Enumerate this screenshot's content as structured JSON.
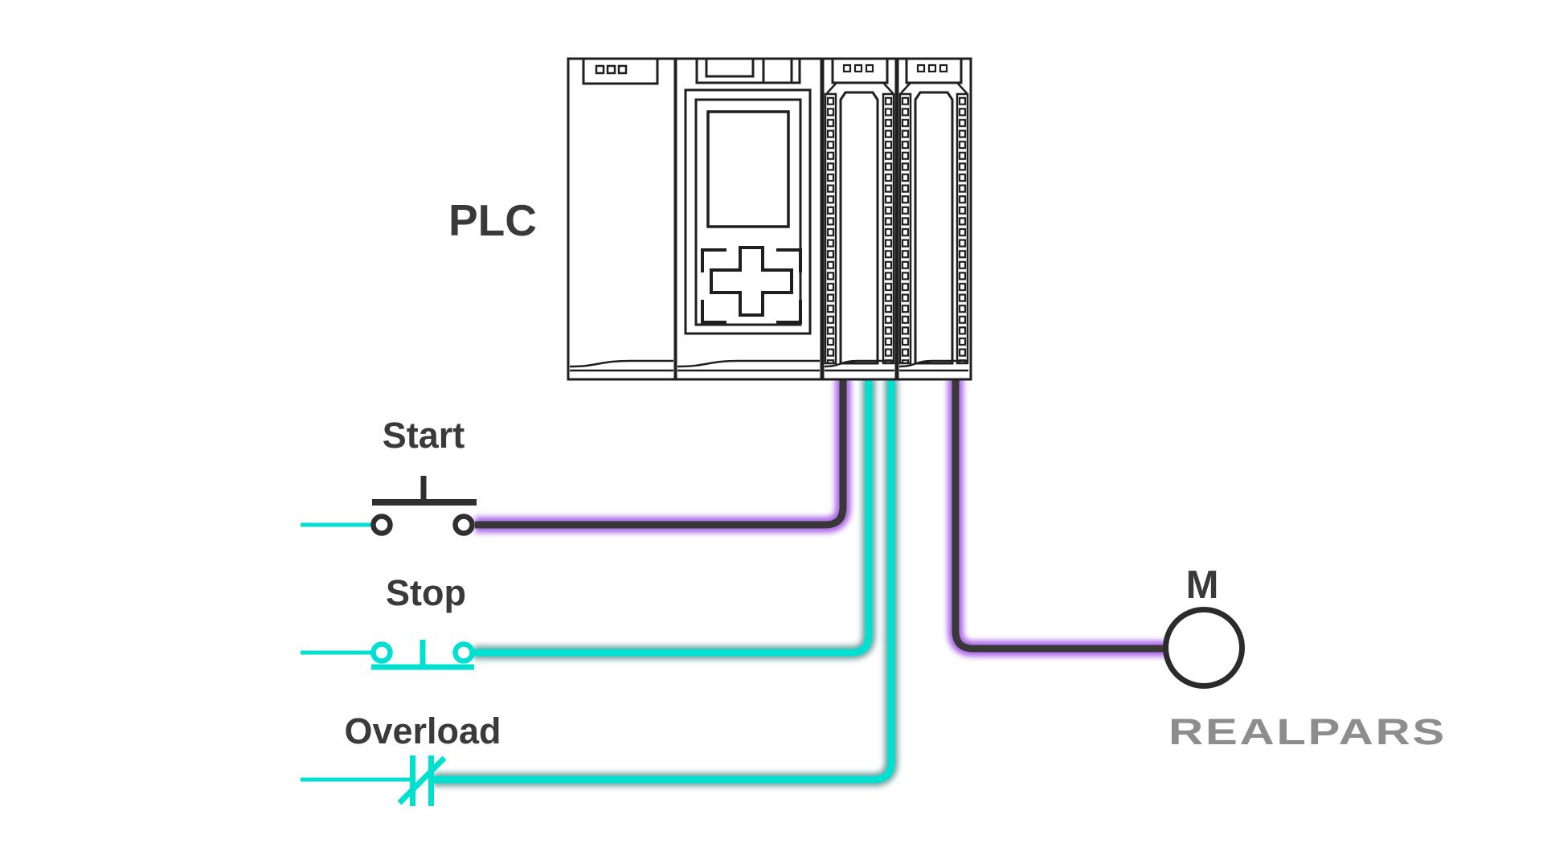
{
  "labels": {
    "plc": "PLC",
    "start": "Start",
    "stop": "Stop",
    "overload": "Overload",
    "motor": "M",
    "brand": "REALPARS"
  },
  "colors": {
    "background": "#FFFFFF",
    "teal": "#00E0D0",
    "teal_glow": "#1A6B66",
    "purple": "#A964E6",
    "wire_core": "#383838",
    "switch_dark": "#2F2F2F",
    "motor_stroke": "#2B2B2B",
    "outline": "#1F1F1F",
    "text": "#3A3A3A",
    "logo_gray": "#8D8D8D"
  },
  "diagram": {
    "device": "PLC",
    "modules": [
      {
        "name": "power-supply-module",
        "leds": 3
      },
      {
        "name": "cpu-module",
        "leds": 0
      },
      {
        "name": "io-module-1",
        "leds": 3
      },
      {
        "name": "io-module-2",
        "leds": 3
      }
    ],
    "inputs": [
      {
        "label": "Start",
        "symbol": "normally-open-pushbutton",
        "wire": "purple"
      },
      {
        "label": "Stop",
        "symbol": "normally-closed-pushbutton",
        "wire": "teal"
      },
      {
        "label": "Overload",
        "symbol": "normally-closed-contact",
        "wire": "teal"
      }
    ],
    "output": {
      "label": "M",
      "symbol": "motor",
      "wire": "purple"
    },
    "wires": [
      {
        "id": "start-to-plc",
        "color": "purple",
        "from": "start-button",
        "to": "plc-io-module-1"
      },
      {
        "id": "stop-to-plc",
        "color": "teal",
        "from": "stop-button",
        "to": "plc-io-module-1"
      },
      {
        "id": "overload-to-plc",
        "color": "teal",
        "from": "overload-contact",
        "to": "plc-io-module-1"
      },
      {
        "id": "plc-to-motor",
        "color": "purple",
        "from": "plc-io-module-2",
        "to": "motor"
      }
    ]
  }
}
